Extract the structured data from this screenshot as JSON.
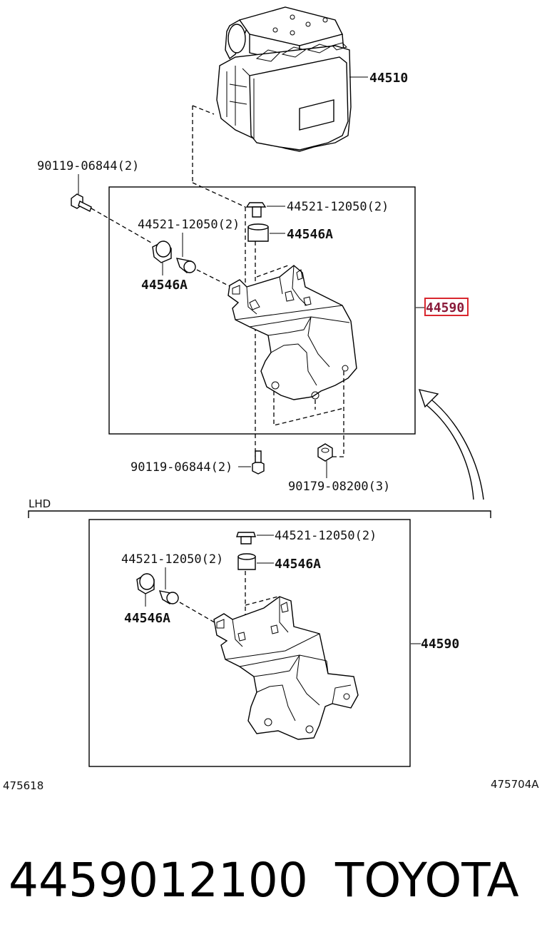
{
  "labels": {
    "actuator": "44510",
    "bolt_top_left": "90119-06844(2)",
    "collar_top_right": "44521-12050(2)",
    "grommet_top_right": "44546A",
    "collar_top_left": "44521-12050(2)",
    "grommet_top_left": "44546A",
    "bracket_top": "44590",
    "bolt_bottom": "90119-06844(2)",
    "nut_bottom": "90179-08200(3)",
    "section_lhd": "LHD",
    "collar_lhd_right": "44521-12050(2)",
    "grommet_lhd_right": "44546A",
    "collar_lhd_left": "44521-12050(2)",
    "grommet_lhd_left": "44546A",
    "bracket_lhd": "44590",
    "ref_left": "475618",
    "ref_right": "475704A"
  },
  "highlight_color": "#d9272e",
  "footer": {
    "part_number": "4459012100",
    "brand": "TOYOTA"
  }
}
